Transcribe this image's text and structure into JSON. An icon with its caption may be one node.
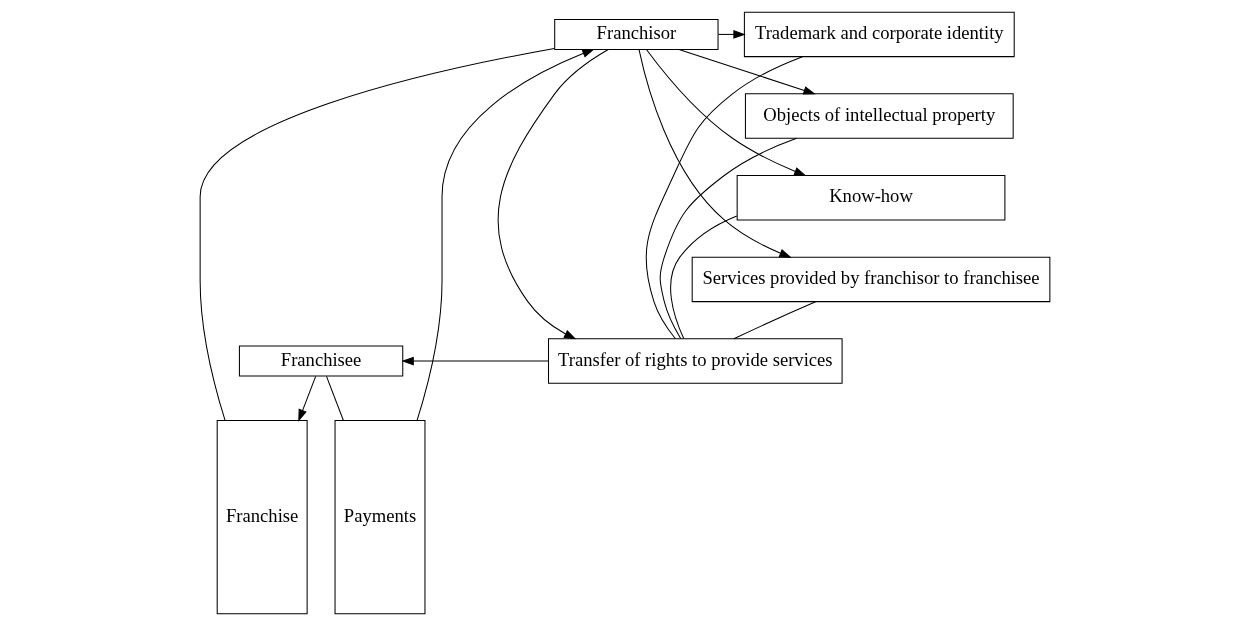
{
  "diagram": {
    "nodes": [
      {
        "text": [
          "Franchisor"
        ]
      },
      {
        "text": [
          "Franchise"
        ]
      },
      {
        "text": [
          "Payments"
        ]
      },
      {
        "text": [
          "Franchisee"
        ]
      },
      {
        "text": [
          "Trademark and corporate identity"
        ]
      },
      {
        "text": [
          "Objects of intellectual property"
        ]
      },
      {
        "text": [
          "Know-how"
        ]
      },
      {
        "text": [
          "Services provided by franchisor to franchisee"
        ]
      },
      {
        "text": [
          "Transfer of rights to provide services"
        ]
      }
    ],
    "edges": [
      {
        "from": 0,
        "to": 1,
        "arrow": "none"
      },
      {
        "from": 3,
        "to": 1,
        "arrow": "to"
      },
      {
        "from": 2,
        "to": 0,
        "arrow": "to"
      },
      {
        "from": 3,
        "to": 2,
        "arrow": "none"
      },
      {
        "from": 0,
        "to": 4,
        "arrow": "to"
      },
      {
        "from": 0,
        "to": 5,
        "arrow": "to"
      },
      {
        "from": 0,
        "to": 6,
        "arrow": "to"
      },
      {
        "from": 0,
        "to": 7,
        "arrow": "to"
      },
      {
        "from": 0,
        "to": 8,
        "arrow": "to"
      },
      {
        "from": 4,
        "to": 8,
        "arrow": "none"
      },
      {
        "from": 5,
        "to": 8,
        "arrow": "none"
      },
      {
        "from": 6,
        "to": 8,
        "arrow": "none"
      },
      {
        "from": 7,
        "to": 8,
        "arrow": "none"
      },
      {
        "from": 8,
        "to": 3,
        "arrow": "to"
      }
    ]
  }
}
